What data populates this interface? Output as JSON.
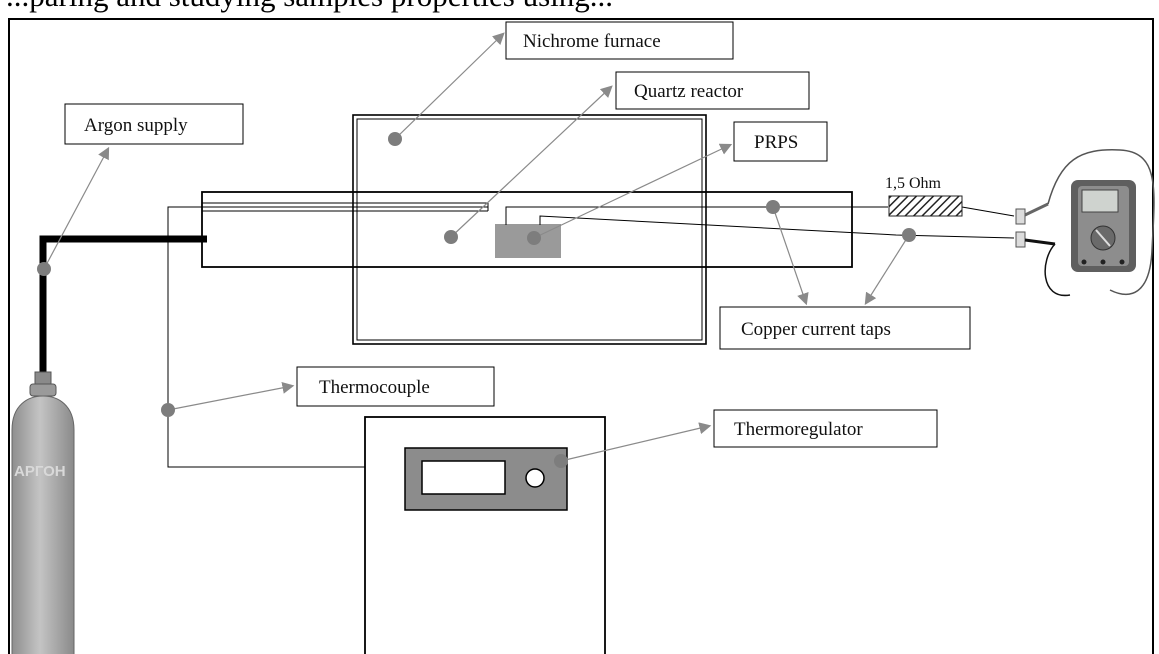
{
  "header_text": "...paring and studying samples properties using...",
  "labels": {
    "nichrome_furnace": "Nichrome furnace",
    "quartz_reactor": "Quartz reactor",
    "argon_supply": "Argon supply",
    "prps": "PRPS",
    "resistor": "1,5 Ohm",
    "copper_current_taps": "Copper current taps",
    "thermocouple": "Thermocouple",
    "thermoregulator": "Thermoregulator",
    "cylinder_text": "APГОН"
  },
  "colors": {
    "line": "#000000",
    "leader": "#8a8a8a",
    "dot": "#7d7d7d",
    "sample": "#9a9a9a",
    "regulator_panel": "#8c8c8c",
    "cylinder": "#a9a9a9",
    "multimeter_body": "#5f5f5f"
  }
}
